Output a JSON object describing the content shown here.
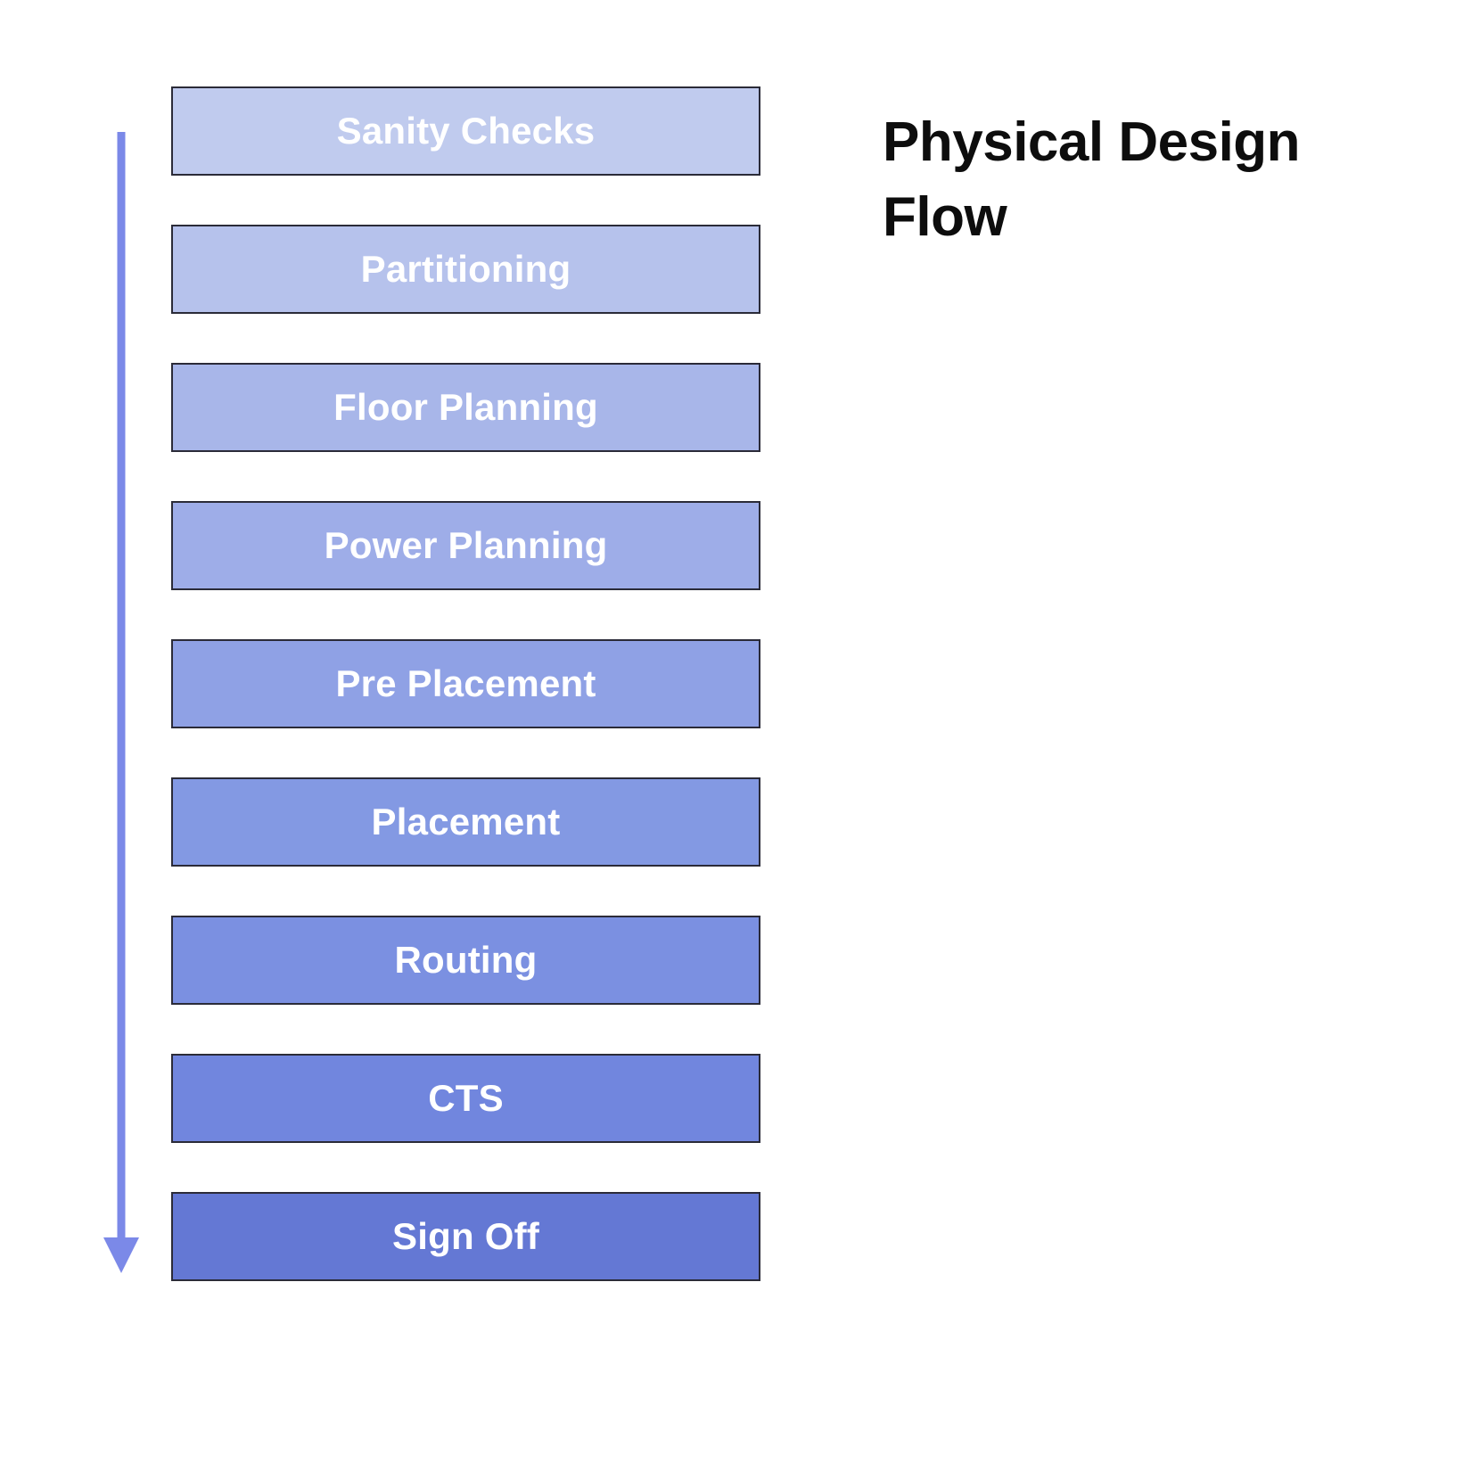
{
  "title": {
    "text": "Physical Design Flow",
    "color": "#0d0d0d"
  },
  "arrow": {
    "name": "downward-flow-arrow",
    "color": "#7b89e8",
    "direction": "down"
  },
  "flow": {
    "stages": [
      {
        "label": "Sanity Checks",
        "fill": "#c0cbee",
        "border": "#2b2b38",
        "text_color": "#ffffff"
      },
      {
        "label": "Partitioning",
        "fill": "#b6c2ec",
        "border": "#2b2b38",
        "text_color": "#ffffff"
      },
      {
        "label": "Floor Planning",
        "fill": "#a8b6e9",
        "border": "#2b2b38",
        "text_color": "#ffffff"
      },
      {
        "label": "Power Planning",
        "fill": "#9eade8",
        "border": "#2b2b38",
        "text_color": "#ffffff"
      },
      {
        "label": "Pre Placement",
        "fill": "#8fa1e5",
        "border": "#2b2b38",
        "text_color": "#ffffff"
      },
      {
        "label": "Placement",
        "fill": "#8399e3",
        "border": "#2b2b38",
        "text_color": "#ffffff"
      },
      {
        "label": "Routing",
        "fill": "#7b90e1",
        "border": "#2b2b38",
        "text_color": "#ffffff"
      },
      {
        "label": "CTS",
        "fill": "#7186de",
        "border": "#2b2b38",
        "text_color": "#ffffff"
      },
      {
        "label": "Sign Off",
        "fill": "#6478d4",
        "border": "#2b2b38",
        "text_color": "#ffffff"
      }
    ]
  }
}
